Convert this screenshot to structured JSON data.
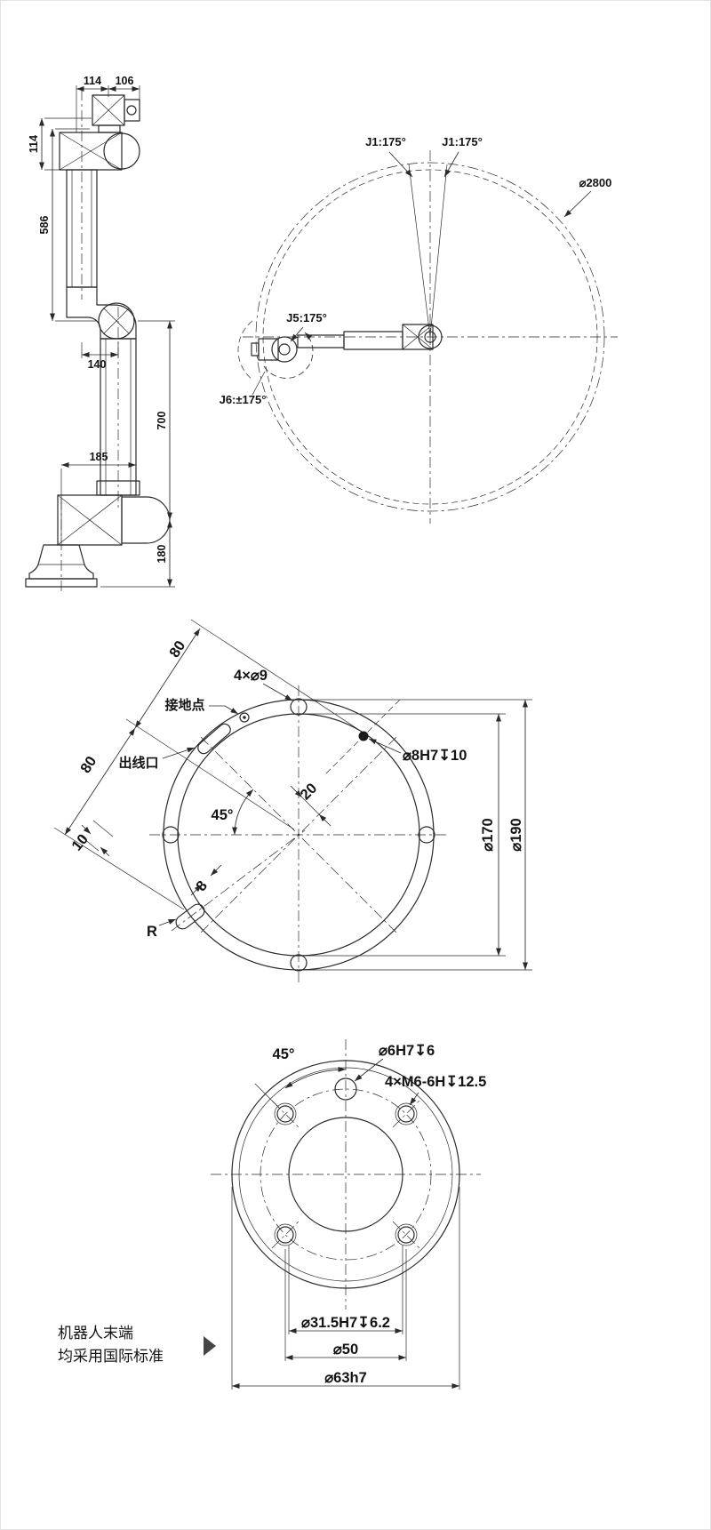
{
  "side_view": {
    "dim_top_left": "114",
    "dim_top_right": "106",
    "dim_wrist_height": "114",
    "dim_upper_arm": "586",
    "dim_elbow_offset": "140",
    "dim_lower_arm": "700",
    "dim_base_offset": "185",
    "dim_base_height": "180"
  },
  "envelope": {
    "j1_left": "J1:175°",
    "j1_right": "J1:175°",
    "reach_diameter": "⌀2800",
    "j5": "J5:175°",
    "j6": "J6:±175°"
  },
  "base_plate": {
    "dim_80_upper": "80",
    "dim_80_lower": "80",
    "bolt_holes": "4×⌀9",
    "grounding_point": "接地点",
    "cable_outlet": "出线口",
    "dowel_hole": "⌀8H7↧10",
    "dim_20": "20",
    "angle_45": "45°",
    "dim_10": "10",
    "dim_8": "8",
    "radius_label": "R",
    "inner_diameter": "⌀170",
    "outer_diameter": "⌀190"
  },
  "flange": {
    "angle_45": "45°",
    "dowel_hole": "⌀6H7↧6",
    "tapped_holes": "4×M6-6H↧12.5",
    "bore": "⌀31.5H7↧6.2",
    "bolt_circle": "⌀50",
    "outer_diameter": "⌀63h7"
  },
  "footer": {
    "line1": "机器人末端",
    "line2": "均采用国际标准"
  },
  "colors": {
    "footer_text": "#8c8c8c",
    "footer_marker": "#454545"
  }
}
